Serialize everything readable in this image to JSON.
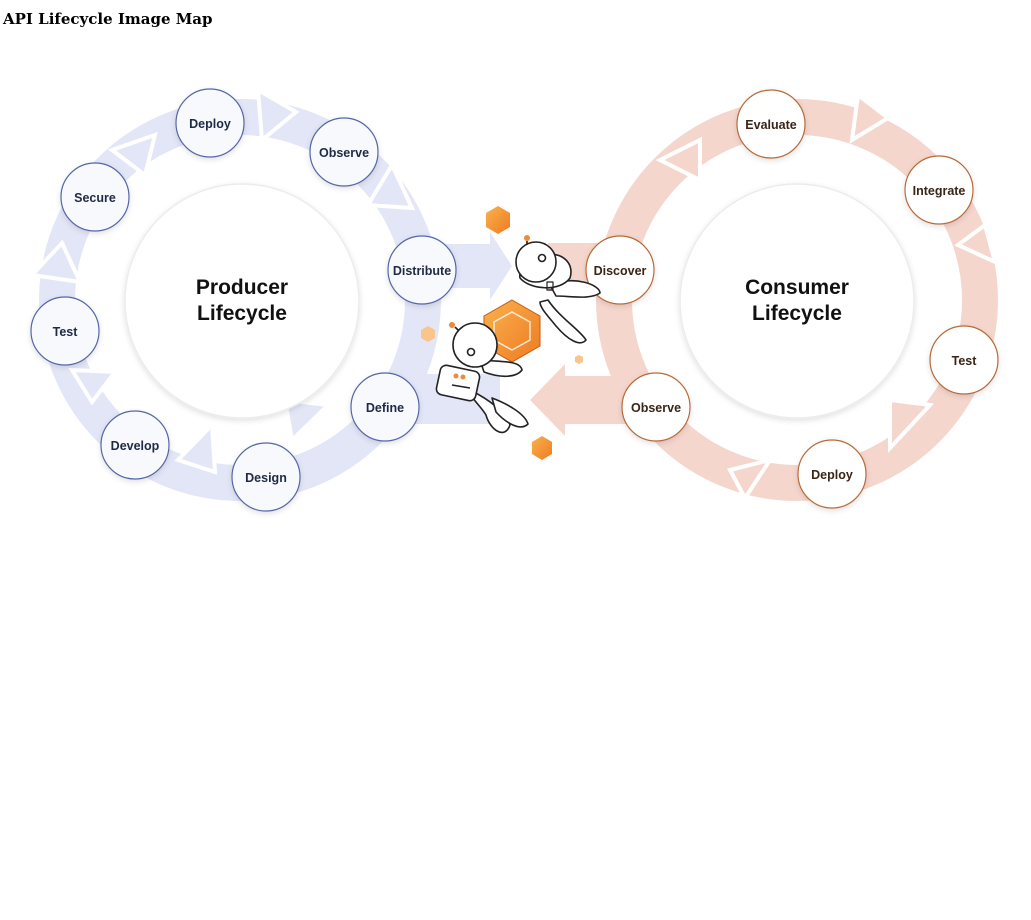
{
  "page": {
    "title": "API Lifecycle Image Map"
  },
  "producer": {
    "hub_line1": "Producer",
    "hub_line2": "Lifecycle",
    "nodes": {
      "deploy": "Deploy",
      "observe": "Observe",
      "distribute": "Distribute",
      "define": "Define",
      "design": "Design",
      "develop": "Develop",
      "test": "Test",
      "secure": "Secure"
    }
  },
  "consumer": {
    "hub_line1": "Consumer",
    "hub_line2": "Lifecycle",
    "nodes": {
      "discover": "Discover",
      "evaluate": "Evaluate",
      "integrate": "Integrate",
      "test": "Test",
      "deploy": "Deploy",
      "observe": "Observe"
    }
  },
  "colors": {
    "producer_ring": "#e3e6f6",
    "producer_node_stroke": "#5566a8",
    "producer_node_fill": "#f8f9fc",
    "producer_text": "#1f2a44",
    "consumer_ring": "#f5d6cd",
    "consumer_node_stroke": "#b86a38",
    "consumer_node_fill": "#ffffff",
    "consumer_text": "#3a2416",
    "accent_orange": "#f39a3b"
  },
  "illustration": {
    "description_icon": "astronaut-icon"
  }
}
